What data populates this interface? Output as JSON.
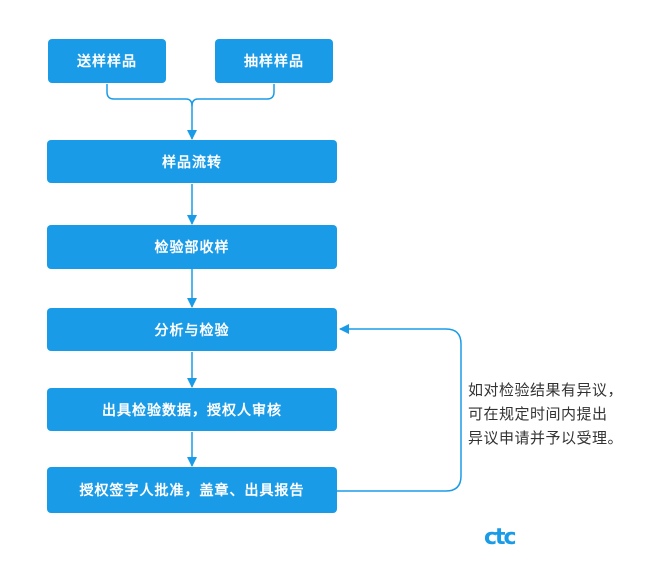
{
  "diagram": {
    "nodes": {
      "send_sample": "送样样品",
      "sample_draw": "抽样样品",
      "sample_transfer": "样品流转",
      "lab_receive": "检验部收样",
      "analysis": "分析与检验",
      "issue_data": "出具检验数据，授权人审核",
      "sign_report": "授权签字人批准，盖章、出具报告"
    },
    "objection_note": [
      "如对检验结果有异议，",
      "可在规定时间内提出",
      "异议申请并予以受理。"
    ],
    "logo_text": "ctc",
    "colors": {
      "box": "#1a9be8",
      "connector": "#1a9be8",
      "text": "#333333"
    }
  }
}
